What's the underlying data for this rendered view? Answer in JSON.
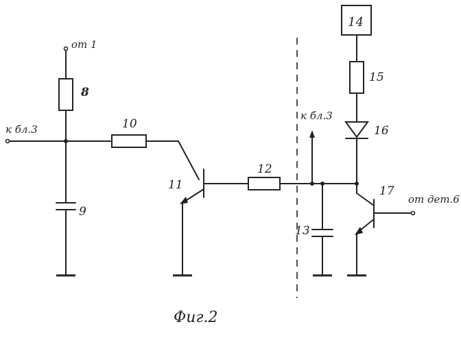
{
  "figure": {
    "caption": "Фиг.2"
  },
  "labels": {
    "from1": "от 1",
    "to_block3_left": "к бл.3",
    "to_block3_right": "к бл.3",
    "from_det6": "от дет.6"
  },
  "components": {
    "r8": "8",
    "c9": "9",
    "r10": "10",
    "t11": "11",
    "r12": "12",
    "c13": "13",
    "block14": "14",
    "r15": "15",
    "d16": "16",
    "t17": "17"
  }
}
